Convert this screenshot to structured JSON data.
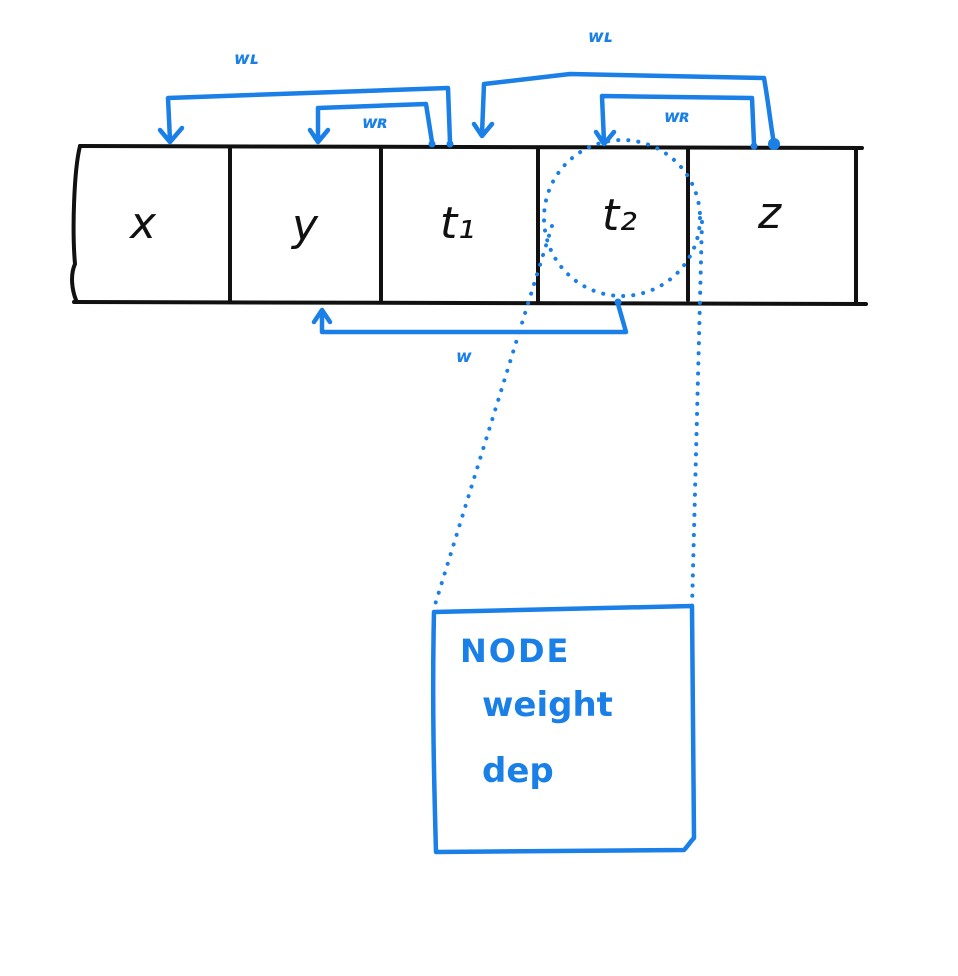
{
  "colors": {
    "ink": "#111111",
    "accent": "#1a7fe6",
    "background": "#ffffff"
  },
  "cells": [
    "x",
    "y",
    "t₁",
    "t₂",
    "z"
  ],
  "edges": {
    "top_outer_left": "wʟ",
    "top_inner_left": "wʀ",
    "top_outer_right": "wʟ",
    "top_inner_right": "wʀ",
    "bottom": "w"
  },
  "node_box": {
    "title": "NODE",
    "fields": [
      "weight",
      "dep"
    ]
  }
}
